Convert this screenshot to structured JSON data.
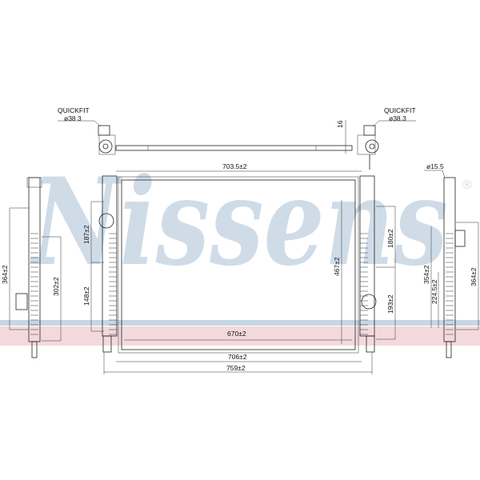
{
  "watermark": {
    "brand": "Nissens",
    "registered": "®",
    "brand_color": "#cfdce8",
    "band_blue": "#c6d6e4",
    "band_pink": "#f3d9de"
  },
  "top_view": {
    "left_fitting": {
      "label": "QUICKFIT",
      "diameter": "ø38 3"
    },
    "right_fitting": {
      "label": "QUICKFIT",
      "diameter": "ø38.3"
    },
    "offset": "16"
  },
  "front_view": {
    "width_top": "703.5±2",
    "core_height": "467±2",
    "core_width": "670±2",
    "width_bottom": "706±2",
    "overall_width": "759±2",
    "left_upper": "187±2",
    "left_lower": "148±2",
    "right_upper": "180±2",
    "right_lower": "193±2"
  },
  "left_side_view": {
    "height": "364±2",
    "mount": "302±2"
  },
  "right_side_view": {
    "diameter": "ø15.5",
    "height_a": "354±2",
    "height_b": "224.5±2",
    "height_c": "364±2"
  }
}
